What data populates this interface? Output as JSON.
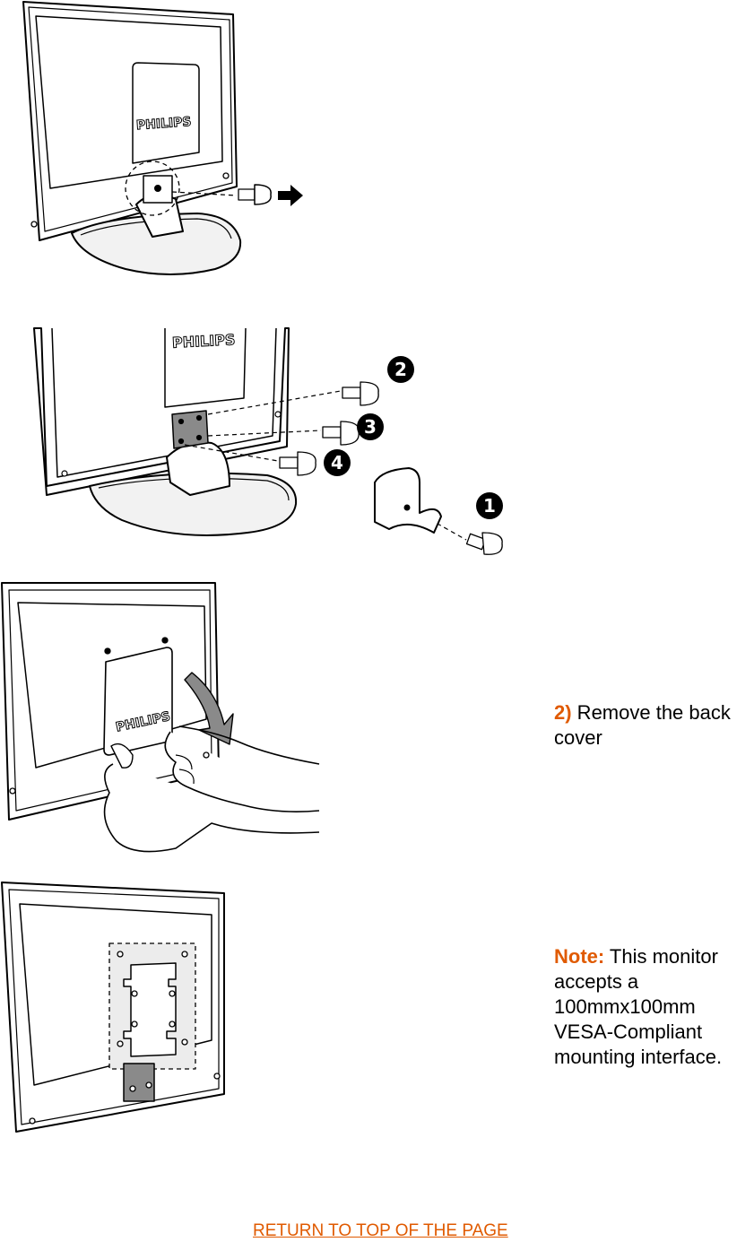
{
  "brand": {
    "logo_text": "PHILIPS"
  },
  "figure2": {
    "callouts": [
      "2",
      "3",
      "4",
      "1"
    ]
  },
  "step2": {
    "number": "2)",
    "text": " Remove the back cover"
  },
  "note": {
    "label": "Note:",
    "text": " This monitor accepts a 100mmx100mm VESA-Compliant mounting interface."
  },
  "footer": {
    "return_link": "RETURN TO TOP OF THE PAGE"
  },
  "colors": {
    "accent": "#e05a00",
    "part_gray": "#8a8a8a",
    "panel_gray": "#e6e6e6"
  },
  "icons": [
    "arrow-right-icon",
    "screw-icon",
    "curved-arrow-icon"
  ]
}
